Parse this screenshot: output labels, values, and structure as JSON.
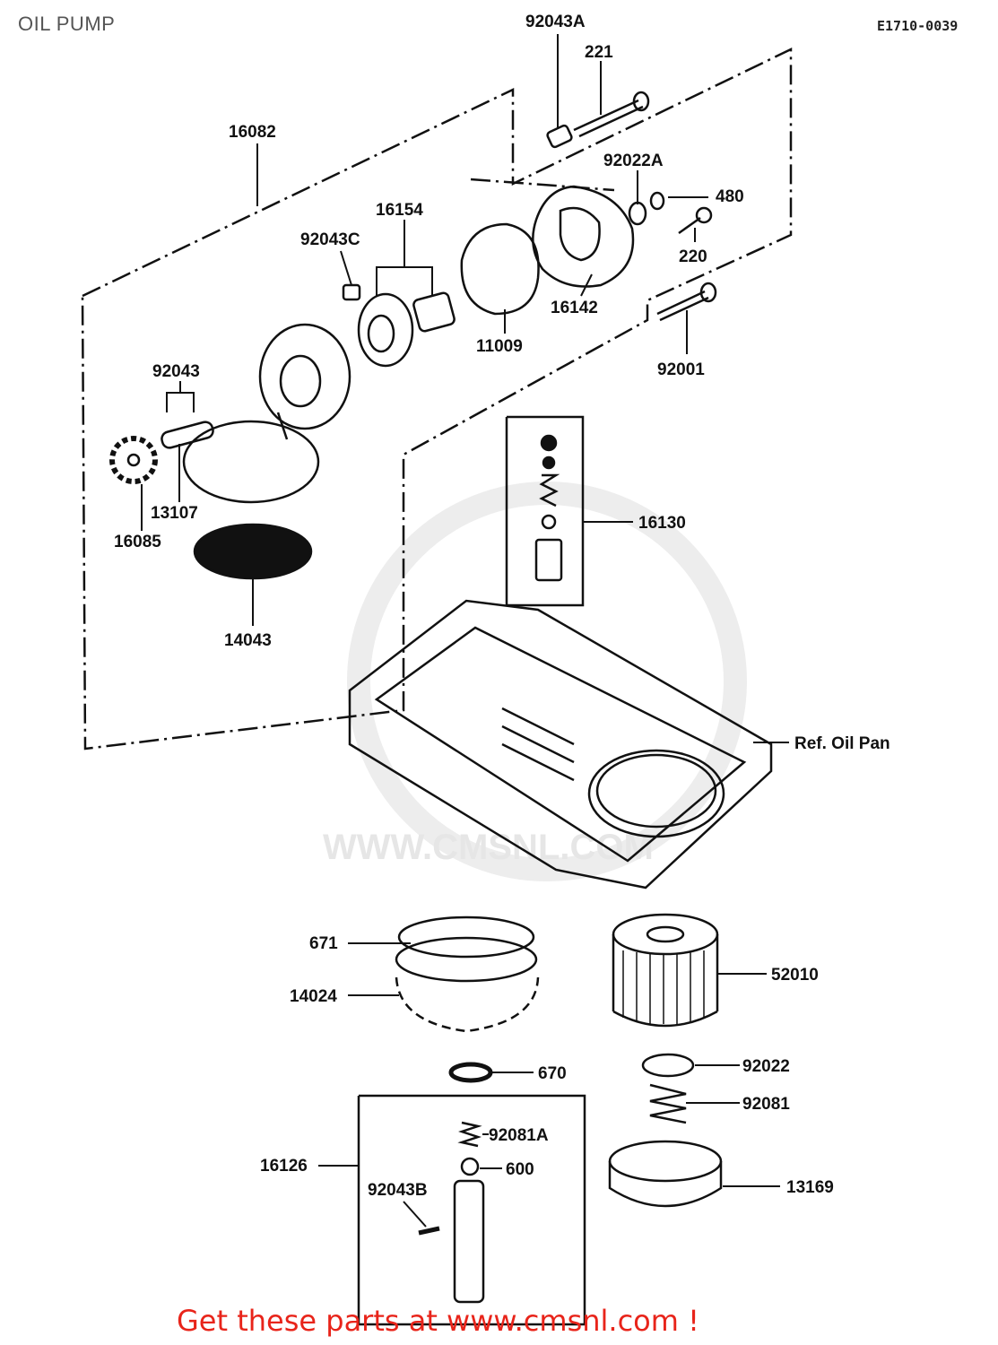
{
  "header": {
    "title": "OIL PUMP",
    "diagram_code": "E1710-0039"
  },
  "watermark": {
    "text": "WWW.CMSNL.COM"
  },
  "footer": {
    "text": "Get these parts at www.cmsnl.com !",
    "color": "#e8241a"
  },
  "parts": [
    {
      "number": "92043A"
    },
    {
      "number": "221"
    },
    {
      "number": "16082"
    },
    {
      "number": "92022A"
    },
    {
      "number": "480"
    },
    {
      "number": "16154"
    },
    {
      "number": "92043C"
    },
    {
      "number": "220"
    },
    {
      "number": "16142"
    },
    {
      "number": "11009"
    },
    {
      "number": "92001"
    },
    {
      "number": "92043"
    },
    {
      "number": "13107"
    },
    {
      "number": "16085"
    },
    {
      "number": "16130"
    },
    {
      "number": "14043"
    },
    {
      "number": "Ref. Oil Pan"
    },
    {
      "number": "671"
    },
    {
      "number": "52010"
    },
    {
      "number": "14024"
    },
    {
      "number": "670"
    },
    {
      "number": "92022"
    },
    {
      "number": "92081"
    },
    {
      "number": "92081A"
    },
    {
      "number": "16126"
    },
    {
      "number": "600"
    },
    {
      "number": "92043B"
    },
    {
      "number": "13169"
    }
  ]
}
